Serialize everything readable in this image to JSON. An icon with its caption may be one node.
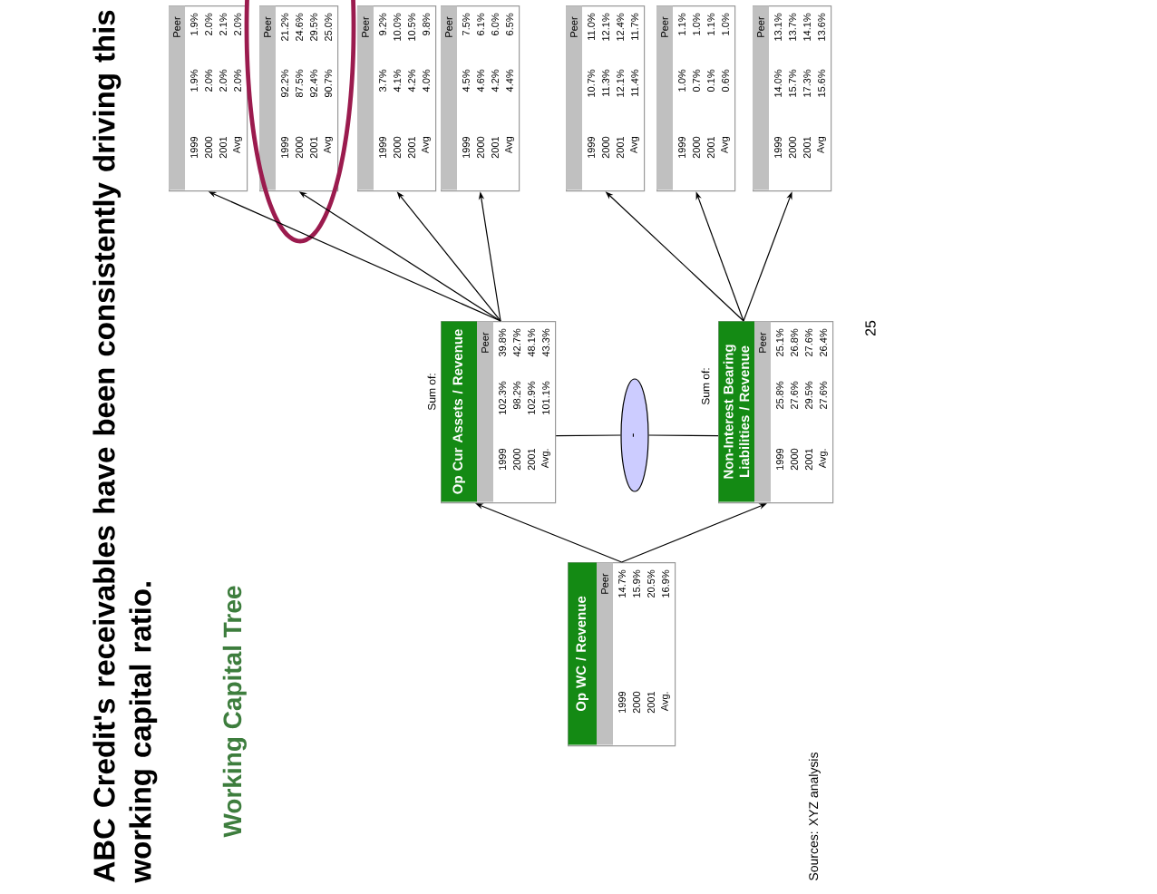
{
  "diagram": {
    "title": "ABC Credit's receivables have been consistently driving this working capital ratio.",
    "nodes": [
      {
        "text": [
          "Op WC / Revenue",
          "Peer",
          "1999",
          "14.7%",
          "2000",
          "15.9%",
          "2001",
          "20.5%",
          "Avg.",
          "16.9%"
        ]
      },
      {
        "text": [
          "Op Cur Assets / Revenue",
          "Peer",
          "1999",
          "102.3%",
          "39.8%",
          "2000",
          "98.2%",
          "42.7%",
          "2001",
          "102.9%",
          "48.1%",
          "Avg.",
          "101.1%",
          "43.3%"
        ],
        "beside": [
          "Sum of:"
        ]
      },
      {
        "text": [
          "-"
        ]
      },
      {
        "text": [
          "Non-Interest Bearing Liabilities / Revenue",
          "Peer",
          "1999",
          "25.8%",
          "25.1%",
          "2000",
          "27.6%",
          "26.8%",
          "2001",
          "29.5%",
          "27.6%",
          "Avg.",
          "27.6%",
          "26.4%"
        ],
        "beside": [
          "Sum of:"
        ]
      },
      {
        "text": [
          "Peer",
          "1999",
          "1.9%",
          "1.9%",
          "2000",
          "2.0%",
          "2.0%",
          "2001",
          "2.0%",
          "2.1%",
          "Avg",
          "2.0%",
          "2.0%"
        ]
      },
      {
        "text": [
          "Peer",
          "1999",
          "92.2%",
          "21.2%",
          "2000",
          "87.5%",
          "24.6%",
          "2001",
          "92.4%",
          "29.5%",
          "Avg",
          "90.7%",
          "25.0%"
        ]
      },
      {
        "text": [
          "Peer",
          "1999",
          "3.7%",
          "9.2%",
          "2000",
          "4.1%",
          "10.0%",
          "2001",
          "4.2%",
          "10.5%",
          "Avg",
          "4.0%",
          "9.8%"
        ]
      },
      {
        "text": [
          "Peer",
          "1999",
          "4.5%",
          "7.5%",
          "2000",
          "4.6%",
          "6.1%",
          "2001",
          "4.2%",
          "6.0%",
          "Avg",
          "4.4%",
          "6.5%"
        ]
      },
      {
        "text": [
          "Peer",
          "1999",
          "10.7%",
          "11.0%",
          "2000",
          "11.3%",
          "12.1%",
          "2001",
          "12.1%",
          "12.4%",
          "Avg",
          "11.4%",
          "11.7%"
        ]
      },
      {
        "text": [
          "Peer",
          "1999",
          "1.0%",
          "1.1%",
          "2000",
          "0.7%",
          "1.0%",
          "2001",
          "0.1%",
          "1.1%",
          "Avg",
          "0.6%",
          "1.0%"
        ]
      },
      {
        "text": [
          "Peer",
          "1999",
          "14.0%",
          "13.1%",
          "2000",
          "15.7%",
          "13.7%",
          "2001",
          "17.3%",
          "14.1%",
          "Avg",
          "15.6%",
          "13.6%"
        ]
      }
    ],
    "edges": [
      {
        "from": 0,
        "to": 1,
        "arrow": "to"
      },
      {
        "from": 0,
        "to": 3,
        "arrow": "to"
      },
      {
        "from": 1,
        "to": 2,
        "arrow": "none"
      },
      {
        "from": 2,
        "to": 3,
        "arrow": "none"
      },
      {
        "from": 1,
        "to": 4,
        "arrow": "to"
      },
      {
        "from": 1,
        "to": 5,
        "arrow": "to"
      },
      {
        "from": 1,
        "to": 6,
        "arrow": "to"
      },
      {
        "from": 1,
        "to": 7,
        "arrow": "to"
      },
      {
        "from": 3,
        "to": 8,
        "arrow": "to"
      },
      {
        "from": 3,
        "to": 9,
        "arrow": "to"
      },
      {
        "from": 3,
        "to": 10,
        "arrow": "to"
      }
    ],
    "labels": [
      "Working Capital Tree",
      "25",
      "Sources: XYZ analysis"
    ]
  }
}
